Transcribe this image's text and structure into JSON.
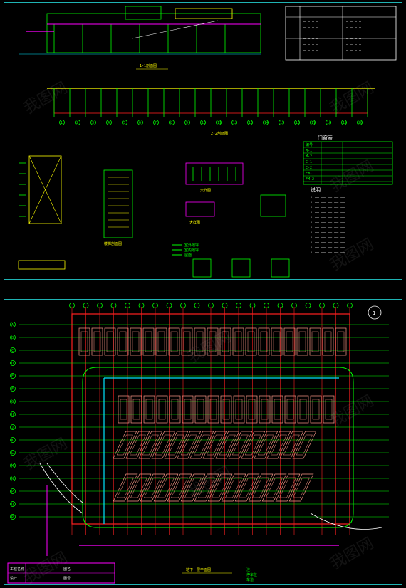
{
  "colors": {
    "frame": "#1fb3b3",
    "line": "#00ff00",
    "grid": "#ff2020",
    "car": "#ff9a8a",
    "accent": "#ff00ff",
    "text": "#ffff00",
    "cyan": "#00e5ff",
    "white": "#ffffff"
  },
  "watermark": "我图网",
  "top_sheet": {
    "section_title": "1-1剖面图",
    "long_title": "2-2剖面图",
    "detail_a_title": "大样图",
    "detail_b_title": "大样图",
    "stair_title": "楼梯剖面图",
    "notes_title": "说明",
    "table_title": "门窗表",
    "table_rows": [
      "编号",
      "M-1",
      "M-2",
      "C-1",
      "C-2",
      "FM-1",
      "FM-2"
    ],
    "legend_rows": [
      "室外地坪",
      "室内地坪",
      "屋面"
    ],
    "grid_labels": [
      "1",
      "2",
      "3",
      "4",
      "5",
      "6",
      "7",
      "8",
      "9",
      "10",
      "11",
      "12",
      "13",
      "14",
      "15",
      "16",
      "17",
      "18",
      "19",
      "20"
    ]
  },
  "bot_sheet": {
    "plan_title": "地下一层平面图",
    "marker": "1",
    "title_block": [
      "工程名称",
      "图名",
      "设计",
      "图号"
    ],
    "notes": [
      "注：",
      "停车位",
      "车道"
    ],
    "car_rows": [
      21,
      17,
      15,
      14
    ],
    "axis_top": [
      "1",
      "2",
      "3",
      "4",
      "5",
      "6",
      "7",
      "8",
      "9",
      "10",
      "11",
      "12",
      "13",
      "14",
      "15",
      "16",
      "17",
      "18",
      "19",
      "20",
      "21"
    ],
    "axis_left": [
      "A",
      "B",
      "C",
      "D",
      "E",
      "F",
      "G",
      "H",
      "J",
      "K",
      "L",
      "M",
      "N",
      "P",
      "Q",
      "R"
    ]
  }
}
